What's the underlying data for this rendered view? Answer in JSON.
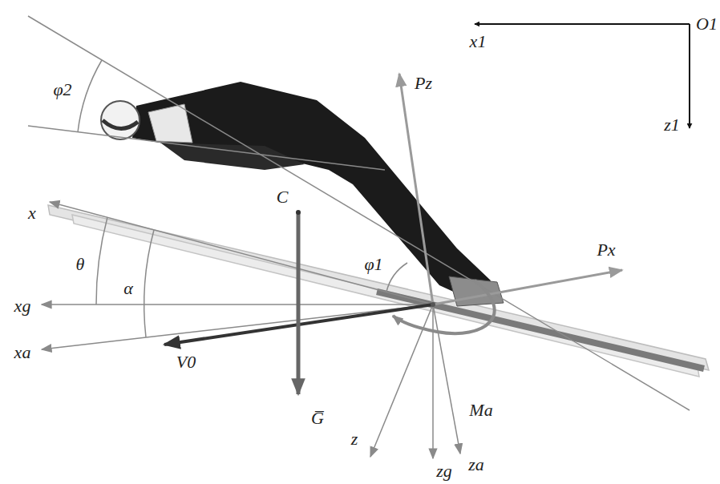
{
  "diagram": {
    "labels": [
      "x1",
      "O1",
      "z1",
      "φ2",
      "Pz",
      "x",
      "C",
      "θ",
      "φ1",
      "Px",
      "xg",
      "α",
      "V0",
      "G̅",
      "xa",
      "Ma",
      "z",
      "zg",
      "za"
    ]
  }
}
